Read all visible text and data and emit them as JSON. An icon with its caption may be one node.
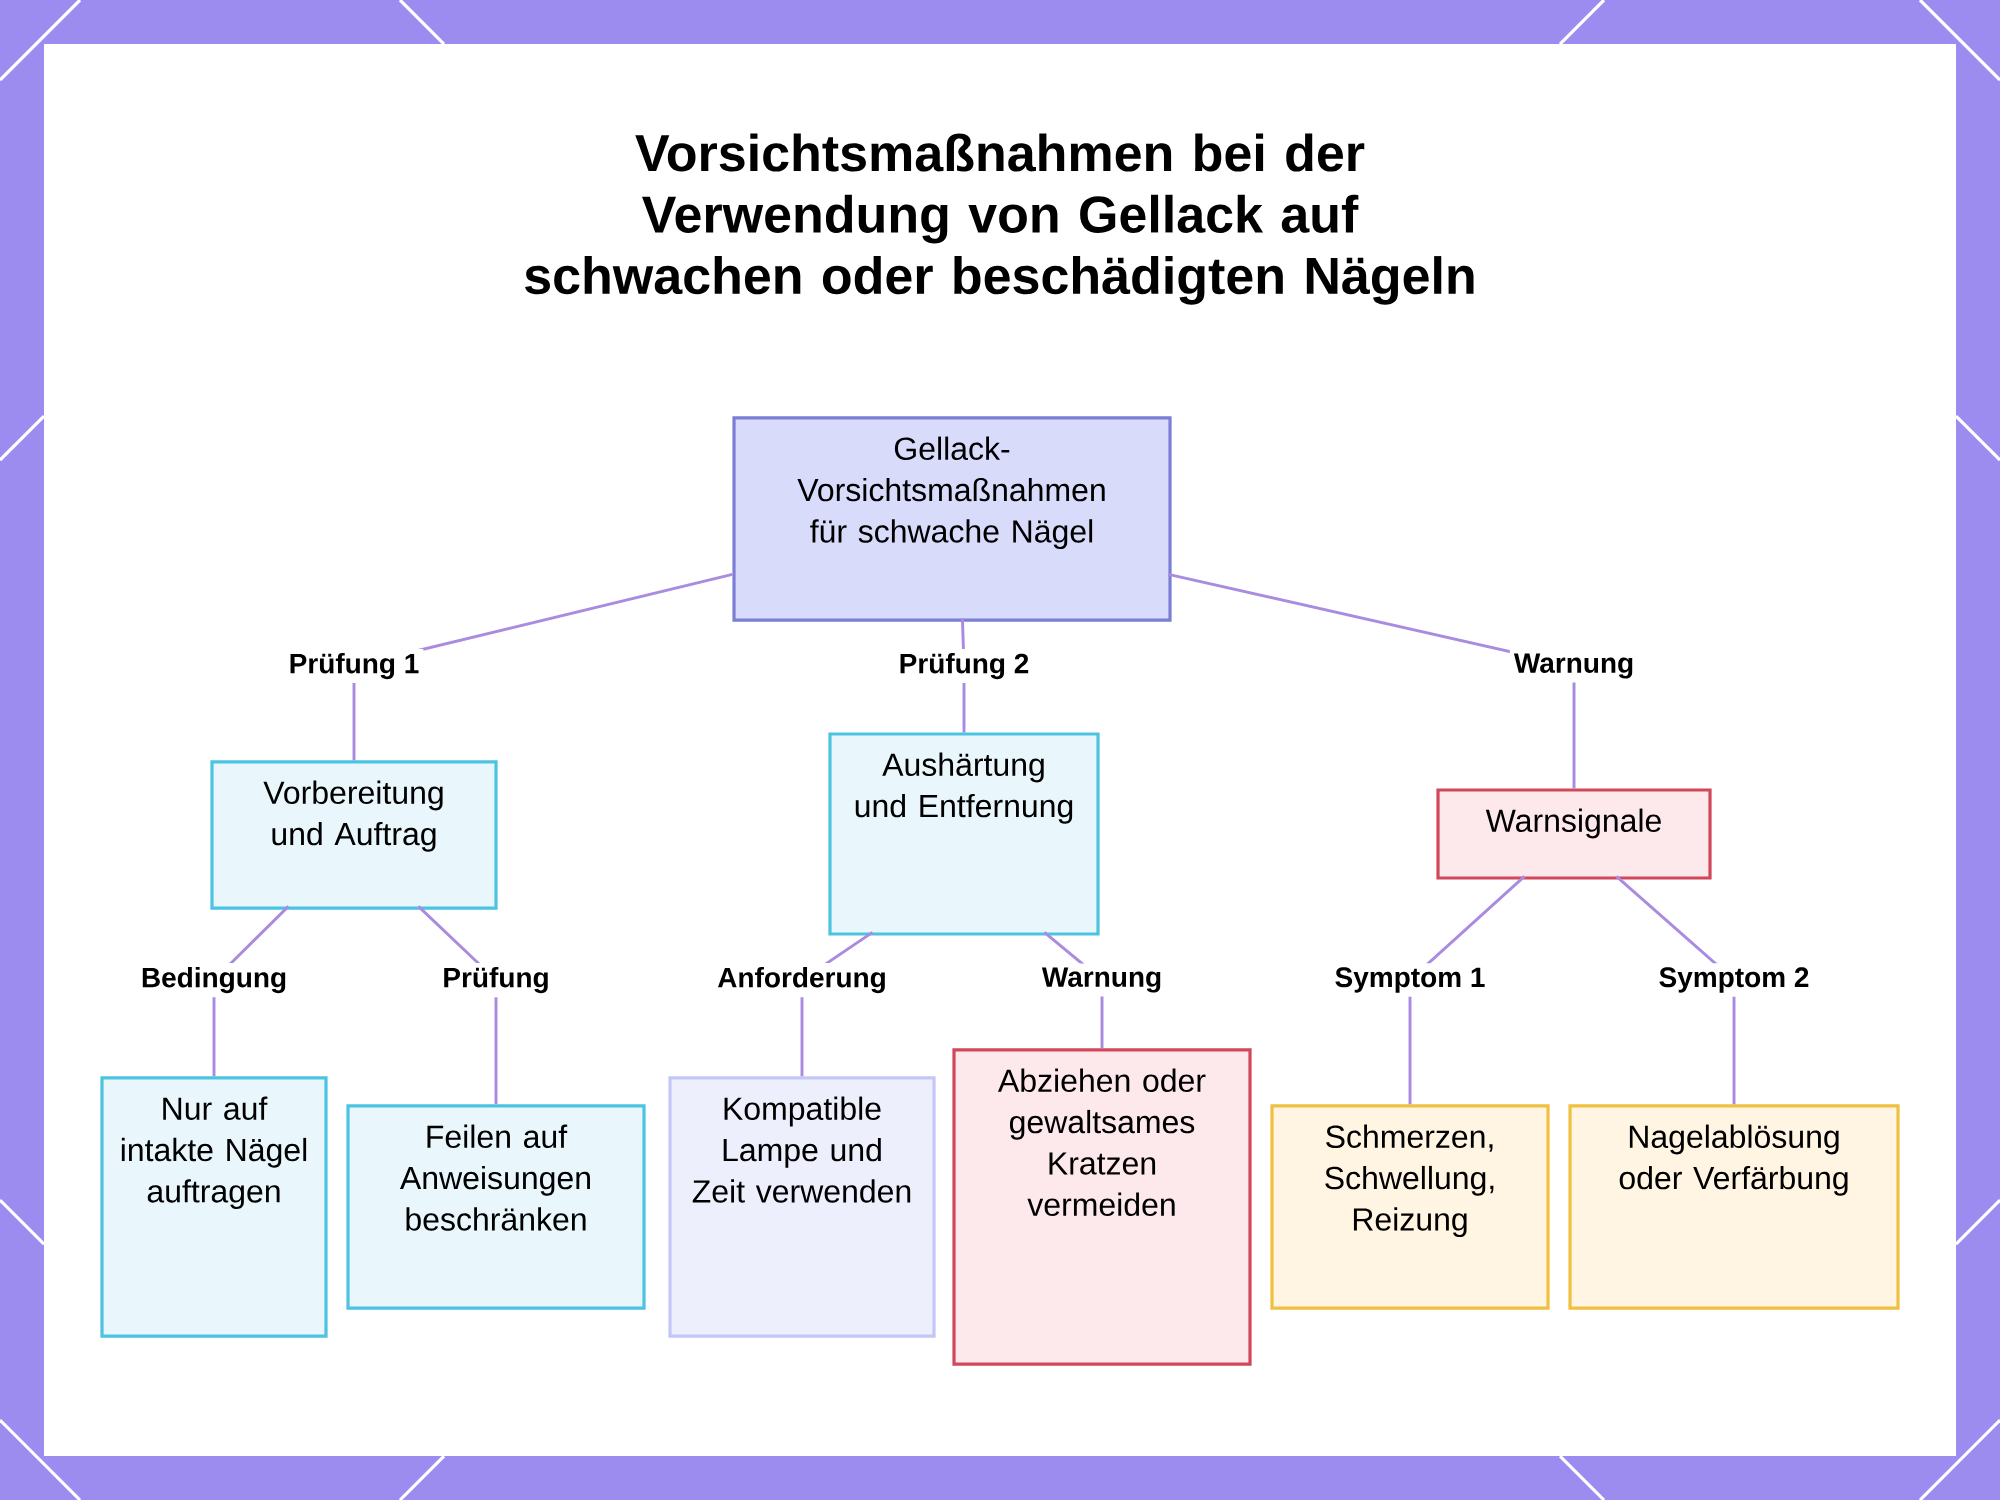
{
  "diagram": {
    "title": "Vorsichtsmaßnahmen bei der Verwendung von Gellack auf schwachen oder beschädigten Nägeln",
    "nodes": [
      {
        "text": [
          "Gellack- Vorsichtsmaßnahmen für schwache Nägel"
        ]
      },
      {
        "text": [
          "Vorbereitung und Auftrag"
        ]
      },
      {
        "text": [
          "Aushärtung und Entfernung"
        ]
      },
      {
        "text": [
          "Warnsignale"
        ]
      },
      {
        "text": [
          "Nur auf intakte Nägel auftragen"
        ]
      },
      {
        "text": [
          "Feilen auf Anweisungen beschränken"
        ]
      },
      {
        "text": [
          "Kompatible Lampe und Zeit verwenden"
        ]
      },
      {
        "text": [
          "Abziehen oder gewaltsames Kratzen vermeiden"
        ]
      },
      {
        "text": [
          "Schmerzen, Schwellung, Reizung"
        ]
      },
      {
        "text": [
          "Nagelablösung oder Verfärbung"
        ]
      }
    ],
    "edges": [
      {
        "from": 0,
        "to": 1,
        "arrow": "none",
        "label": "Prüfung 1"
      },
      {
        "from": 0,
        "to": 2,
        "arrow": "none",
        "label": "Prüfung 2"
      },
      {
        "from": 0,
        "to": 3,
        "arrow": "none",
        "label": "Warnung"
      },
      {
        "from": 1,
        "to": 4,
        "arrow": "none",
        "label": "Bedingung"
      },
      {
        "from": 1,
        "to": 5,
        "arrow": "none",
        "label": "Prüfung"
      },
      {
        "from": 2,
        "to": 6,
        "arrow": "none",
        "label": "Anforderung"
      },
      {
        "from": 2,
        "to": 7,
        "arrow": "none",
        "label": "Warnung"
      },
      {
        "from": 3,
        "to": 8,
        "arrow": "none",
        "label": "Symptom 1"
      },
      {
        "from": 3,
        "to": 9,
        "arrow": "none",
        "label": "Symptom 2"
      }
    ]
  }
}
